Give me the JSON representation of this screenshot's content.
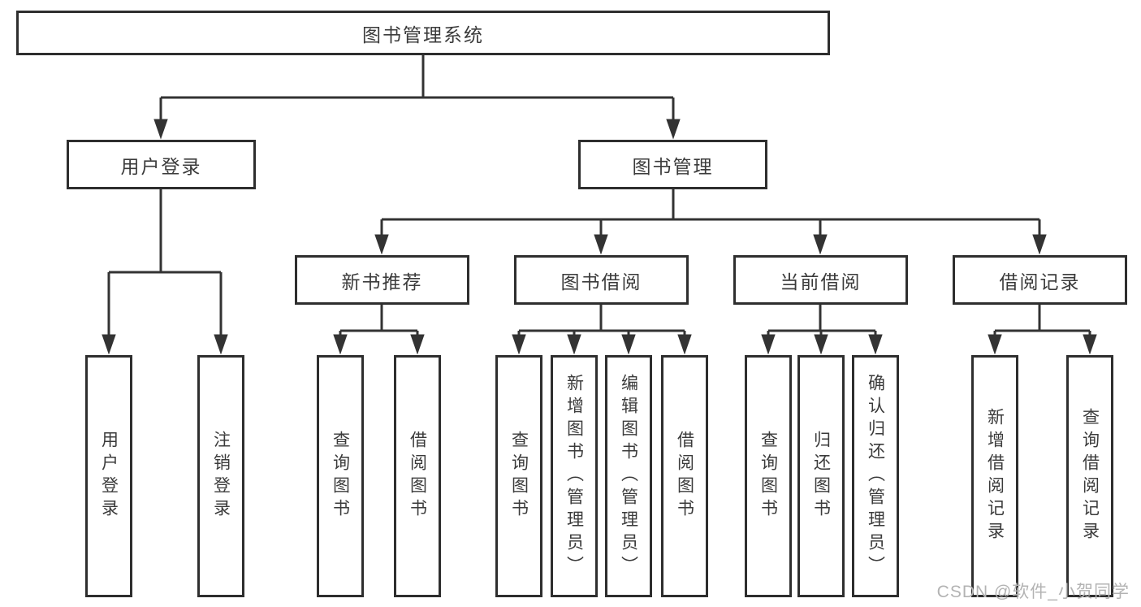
{
  "diagram": {
    "root": {
      "label": "图书管理系统",
      "children": [
        {
          "label": "用户登录",
          "children": [
            {
              "label": "用户登录"
            },
            {
              "label": "注销登录"
            }
          ]
        },
        {
          "label": "图书管理",
          "children": [
            {
              "label": "新书推荐",
              "children": [
                {
                  "label": "查询图书"
                },
                {
                  "label": "借阅图书"
                }
              ]
            },
            {
              "label": "图书借阅",
              "children": [
                {
                  "label": "查询图书"
                },
                {
                  "label": "新增图书（管理员）"
                },
                {
                  "label": "编辑图书（管理员）"
                },
                {
                  "label": "借阅图书"
                }
              ]
            },
            {
              "label": "当前借阅",
              "children": [
                {
                  "label": "查询图书"
                },
                {
                  "label": "归还图书"
                },
                {
                  "label": "确认归还（管理员）"
                }
              ]
            },
            {
              "label": "借阅记录",
              "children": [
                {
                  "label": "新增借阅记录"
                },
                {
                  "label": "查询借阅记录"
                }
              ]
            }
          ]
        }
      ]
    }
  },
  "watermark": "CSDN @软件_小贺同学",
  "colors": {
    "line": "#333333",
    "box_border": "#2e2e2e",
    "text": "#3b3b3b",
    "watermark": "#b3b3b3",
    "background": "#ffffff"
  }
}
